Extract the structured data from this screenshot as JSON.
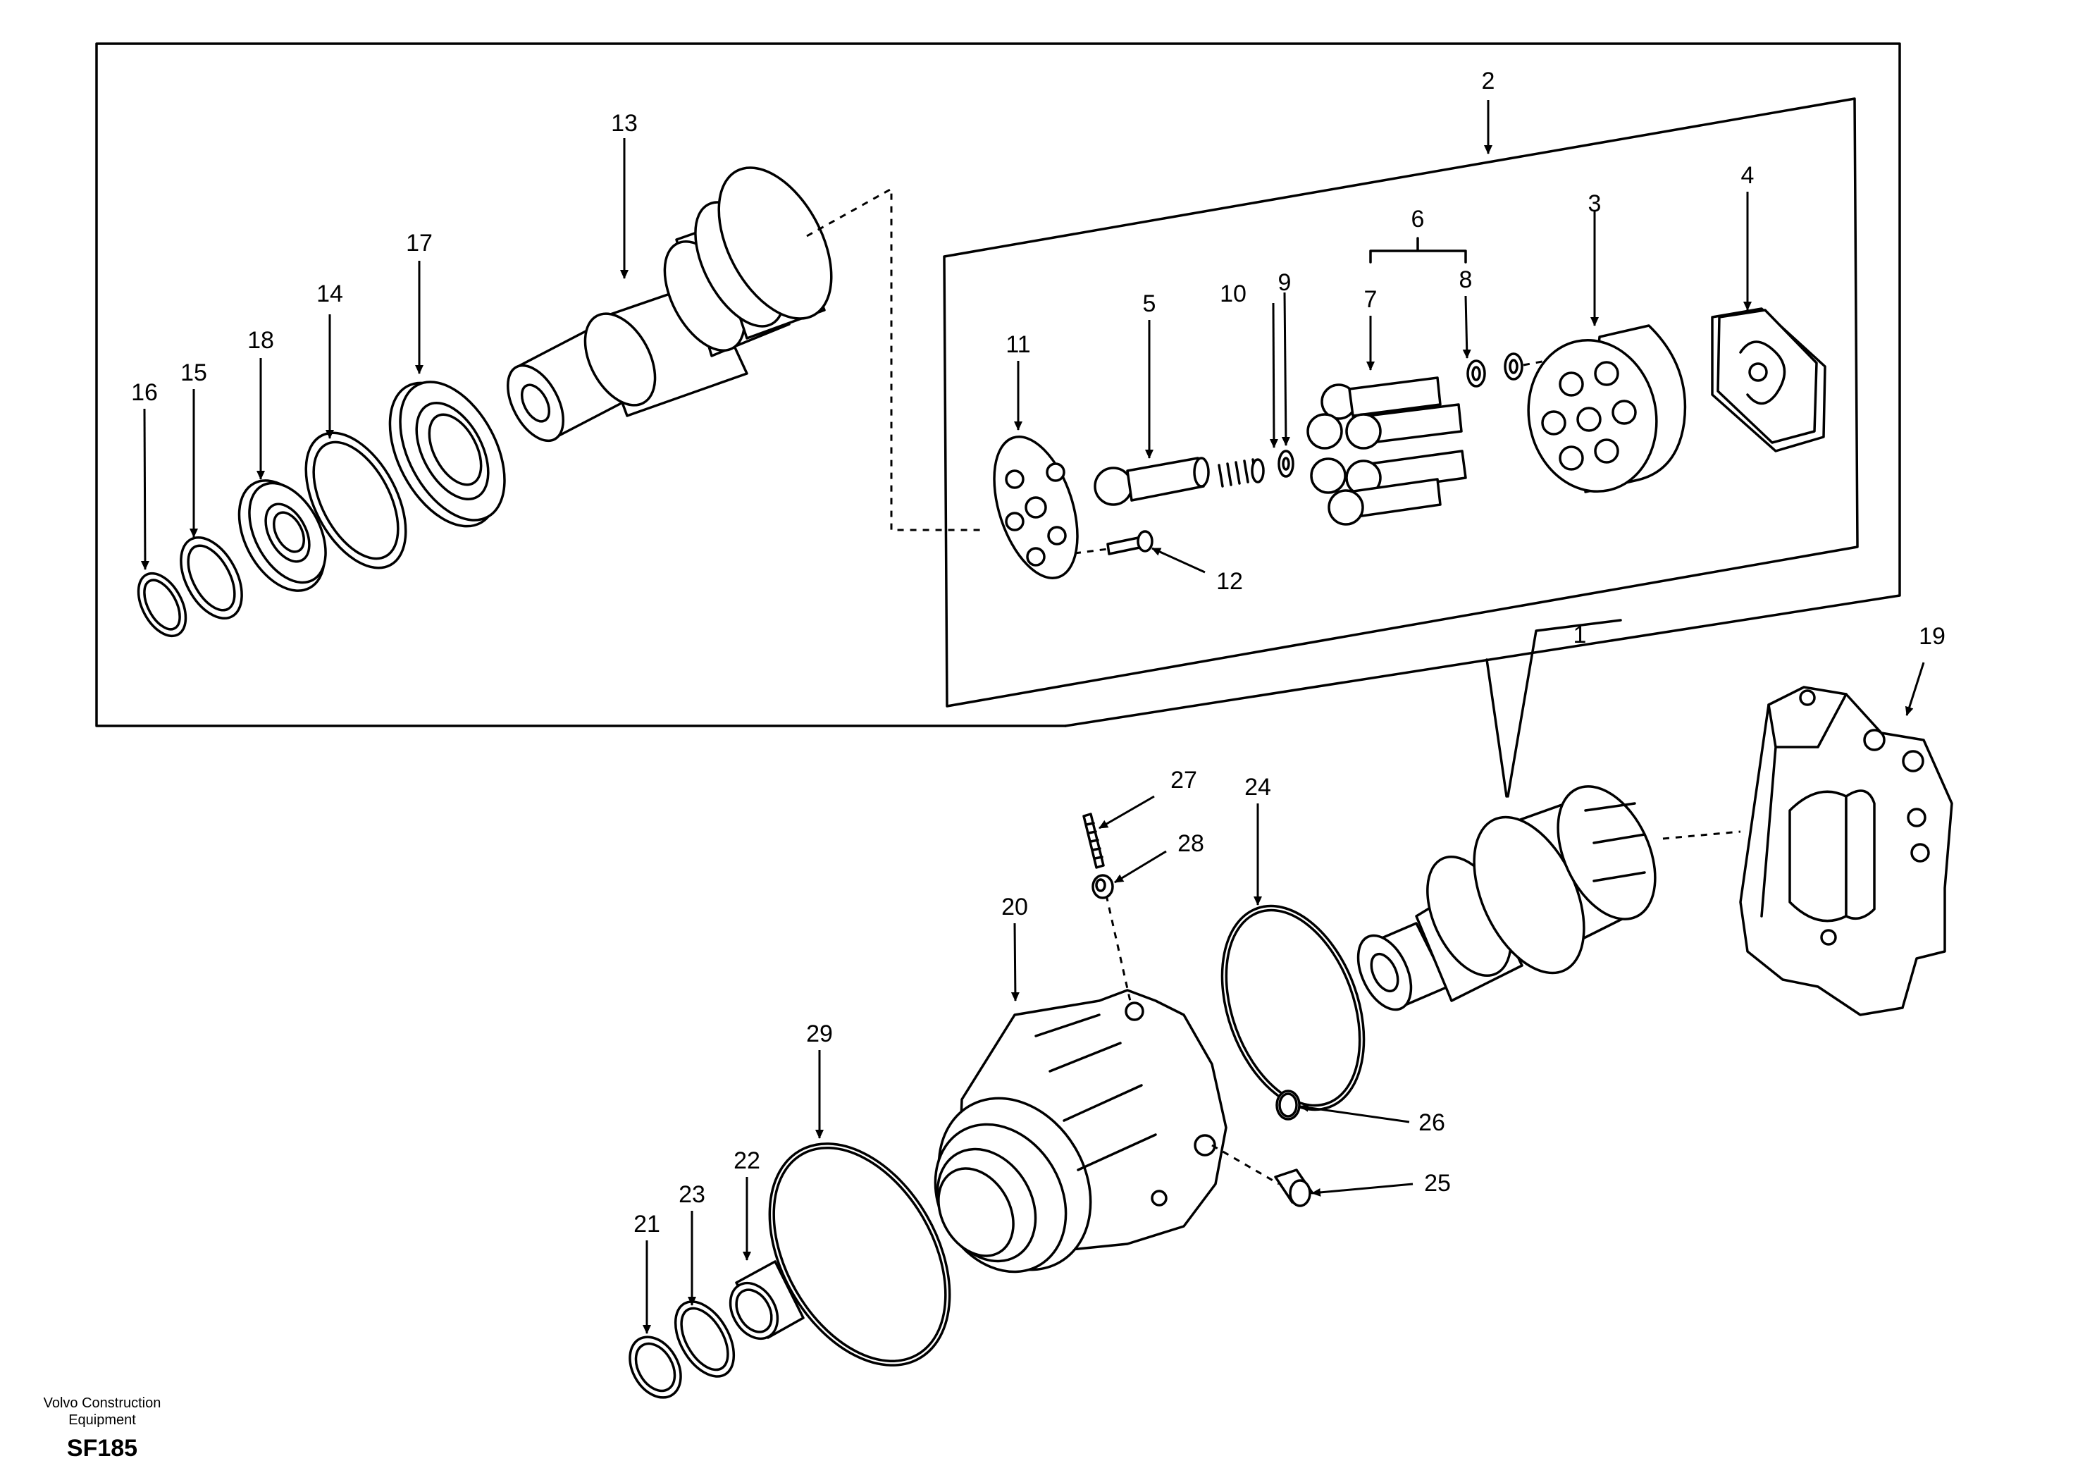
{
  "footer": {
    "brand_line1": "Volvo Construction",
    "brand_line2": "Equipment",
    "sheet_code": "SF185"
  },
  "callouts": {
    "c1": "1",
    "c2": "2",
    "c3": "3",
    "c4": "4",
    "c5": "5",
    "c6": "6",
    "c7": "7",
    "c8": "8",
    "c9": "9",
    "c10": "10",
    "c11": "11",
    "c12": "12",
    "c13": "13",
    "c14": "14",
    "c15": "15",
    "c16": "16",
    "c17": "17",
    "c18": "18",
    "c19": "19",
    "c20": "20",
    "c21": "21",
    "c22": "22",
    "c23": "23",
    "c24": "24",
    "c25": "25",
    "c26": "26",
    "c27": "27",
    "c28": "28",
    "c29": "29"
  }
}
